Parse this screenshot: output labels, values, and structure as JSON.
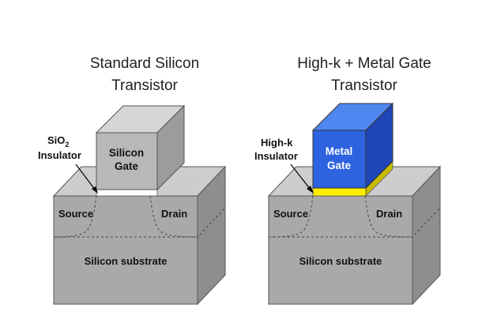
{
  "left": {
    "title_line1": "Standard Silicon",
    "title_line2": "Transistor",
    "insulator_label_main": "SiO",
    "insulator_label_sub": "2",
    "insulator_label_line2": "Insulator",
    "gate_line1": "Silicon",
    "gate_line2": "Gate",
    "source": "Source",
    "drain": "Drain",
    "substrate": "Silicon substrate"
  },
  "right": {
    "title_line1": "High-k + Metal Gate",
    "title_line2": "Transistor",
    "insulator_label_line1": "High-k",
    "insulator_label_line2": "Insulator",
    "gate_line1": "Metal",
    "gate_line2": "Gate",
    "source": "Source",
    "drain": "Drain",
    "substrate": "Silicon substrate"
  },
  "colors": {
    "block_front": "#a9a9a9",
    "block_top": "#cdcdcd",
    "block_side": "#8e8e8e",
    "silicon_gate_front": "#b8b8b8",
    "silicon_gate_top": "#d6d6d6",
    "silicon_gate_side": "#9c9c9c",
    "oxide": "#ffffff",
    "metal_gate_front": "#2e63e0",
    "metal_gate_top": "#4f86f0",
    "metal_gate_side": "#1f45b8",
    "highk": "#ffee00",
    "highk_side": "#c9bb00",
    "metal_label": "#ffffff"
  }
}
